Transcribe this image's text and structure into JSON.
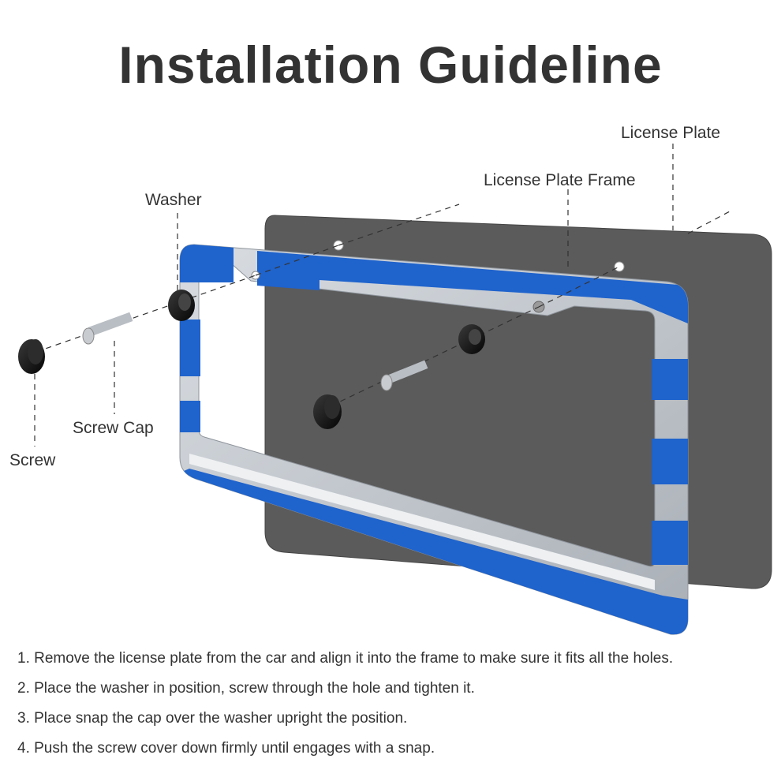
{
  "title": "Installation Guideline",
  "labels": {
    "license_plate": "License Plate",
    "license_plate_frame": "License Plate Frame",
    "washer": "Washer",
    "screw_cap": "Screw Cap",
    "screw": "Screw"
  },
  "steps": [
    "1. Remove the license plate from the car and align it into the frame to make sure it fits all the holes.",
    "2. Place the washer in position, screw through the hole and tighten it.",
    "3. Place snap the cap over the washer upright the position.",
    "4. Push the screw cover down firmly until engages with a snap."
  ],
  "colors": {
    "frame_blue": "#1f63cc",
    "frame_white": "#eef0f2",
    "plate_gray": "#5b5b5b",
    "cap_black": "#151515",
    "text": "#333333"
  }
}
